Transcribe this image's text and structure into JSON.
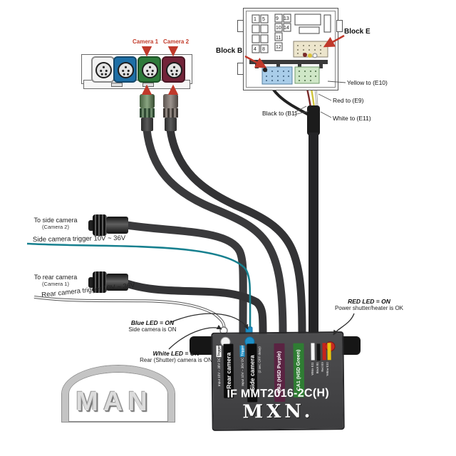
{
  "camera_block": {
    "camera1": "Camera 1",
    "camera2": "Camera 2"
  },
  "panel": {
    "block_b": "Block B",
    "block_e": "Block E",
    "pins": [
      "1",
      "5",
      "9",
      "13",
      "10",
      "14",
      "11",
      "4",
      "8",
      "12"
    ],
    "callouts": {
      "yellow": "Yellow to (E10)",
      "red": "Red to (E9)",
      "white": "White to (E11)",
      "black": "Black to (B1)"
    }
  },
  "connections": {
    "side": {
      "to": "To side camera",
      "camera": "(Camera 2)",
      "trigger": "Side camera trigger 10V ~ 36V"
    },
    "rear": {
      "to": "To rear camera",
      "camera": "(Camera 1)",
      "trigger": "Rear camera trigger 10V ~ 36V"
    }
  },
  "led_notes": {
    "blue": {
      "title": "Blue LED = ON",
      "desc": "Side camera is ON"
    },
    "white": {
      "title": "White LED = ON",
      "desc": "Rear (Shutter) camera is ON"
    },
    "red": {
      "title": "RED LED = ON",
      "desc": "Power shutter/heater is OK"
    }
  },
  "module": {
    "model": "IF MMT2016-2C(H)",
    "brand": "MXN.",
    "ports": [
      {
        "label": "Rear camera",
        "input": "Input 10V ~ 36V DC",
        "tag": "Trigger"
      },
      {
        "label": "Side camera",
        "input": "Input 10V ~ 36V DC",
        "tag": "Trigger",
        "note": "(2 sec. OFF delay)"
      },
      {
        "label": "CA2 (HSD Purple)"
      },
      {
        "label": "CA1 (HSD Green)"
      }
    ],
    "wire_key": [
      {
        "label": "White E11",
        "color": "#f5f5f5"
      },
      {
        "label": "Black B1",
        "color": "#141414"
      },
      {
        "label": "Red E9",
        "color": "#c6231c"
      },
      {
        "label": "Yellow E10",
        "color": "#e9c50e"
      }
    ]
  },
  "logos": {
    "man": "MAN"
  },
  "colors": {
    "accent_red": "#c0392b",
    "teal_wire": "#17808f",
    "blue_led": "#1e8fc6",
    "purple_port": "#5a2342",
    "green_port": "#2f7d33"
  }
}
